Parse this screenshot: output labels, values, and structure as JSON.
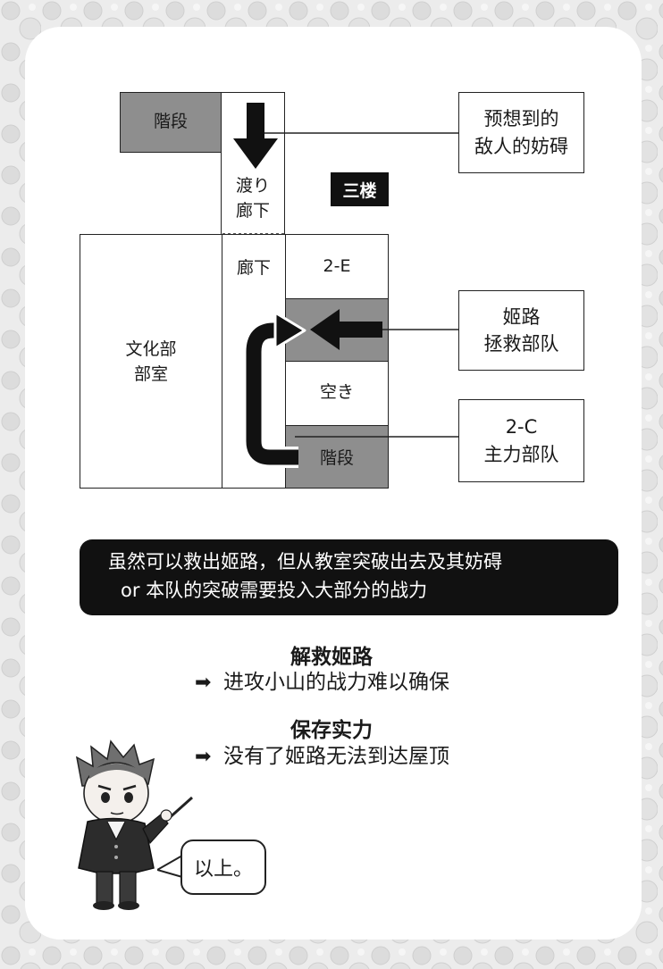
{
  "diagram": {
    "floor_label": "三楼",
    "rooms": {
      "stairs_top": "階段",
      "corridor_bridge": "渡り\n廊下",
      "corridor": "廊下",
      "culture_club": "文化部\n部室",
      "room_2e": "2-E",
      "vacant": "空き",
      "stairs_bottom": "階段"
    },
    "notes": {
      "enemy": "预想到的\n敌人的妨碍",
      "rescue": "姬路\n拯救部队",
      "main": "2-C\n主力部队"
    },
    "colors": {
      "highlight": "#8e8e8e",
      "banner": "#111111"
    }
  },
  "banner": {
    "line1": "虽然可以救出姬路，但从教室突破出去及其妨碍",
    "line2": "or 本队的突破需要投入大部分的战力"
  },
  "outcomes": [
    {
      "title": "解救姬路",
      "arrow": "➡",
      "result": "进攻小山的战力难以确保"
    },
    {
      "title": "保存实力",
      "arrow": "➡",
      "result": "没有了姬路无法到达屋顶"
    }
  ],
  "speech": "以上。"
}
